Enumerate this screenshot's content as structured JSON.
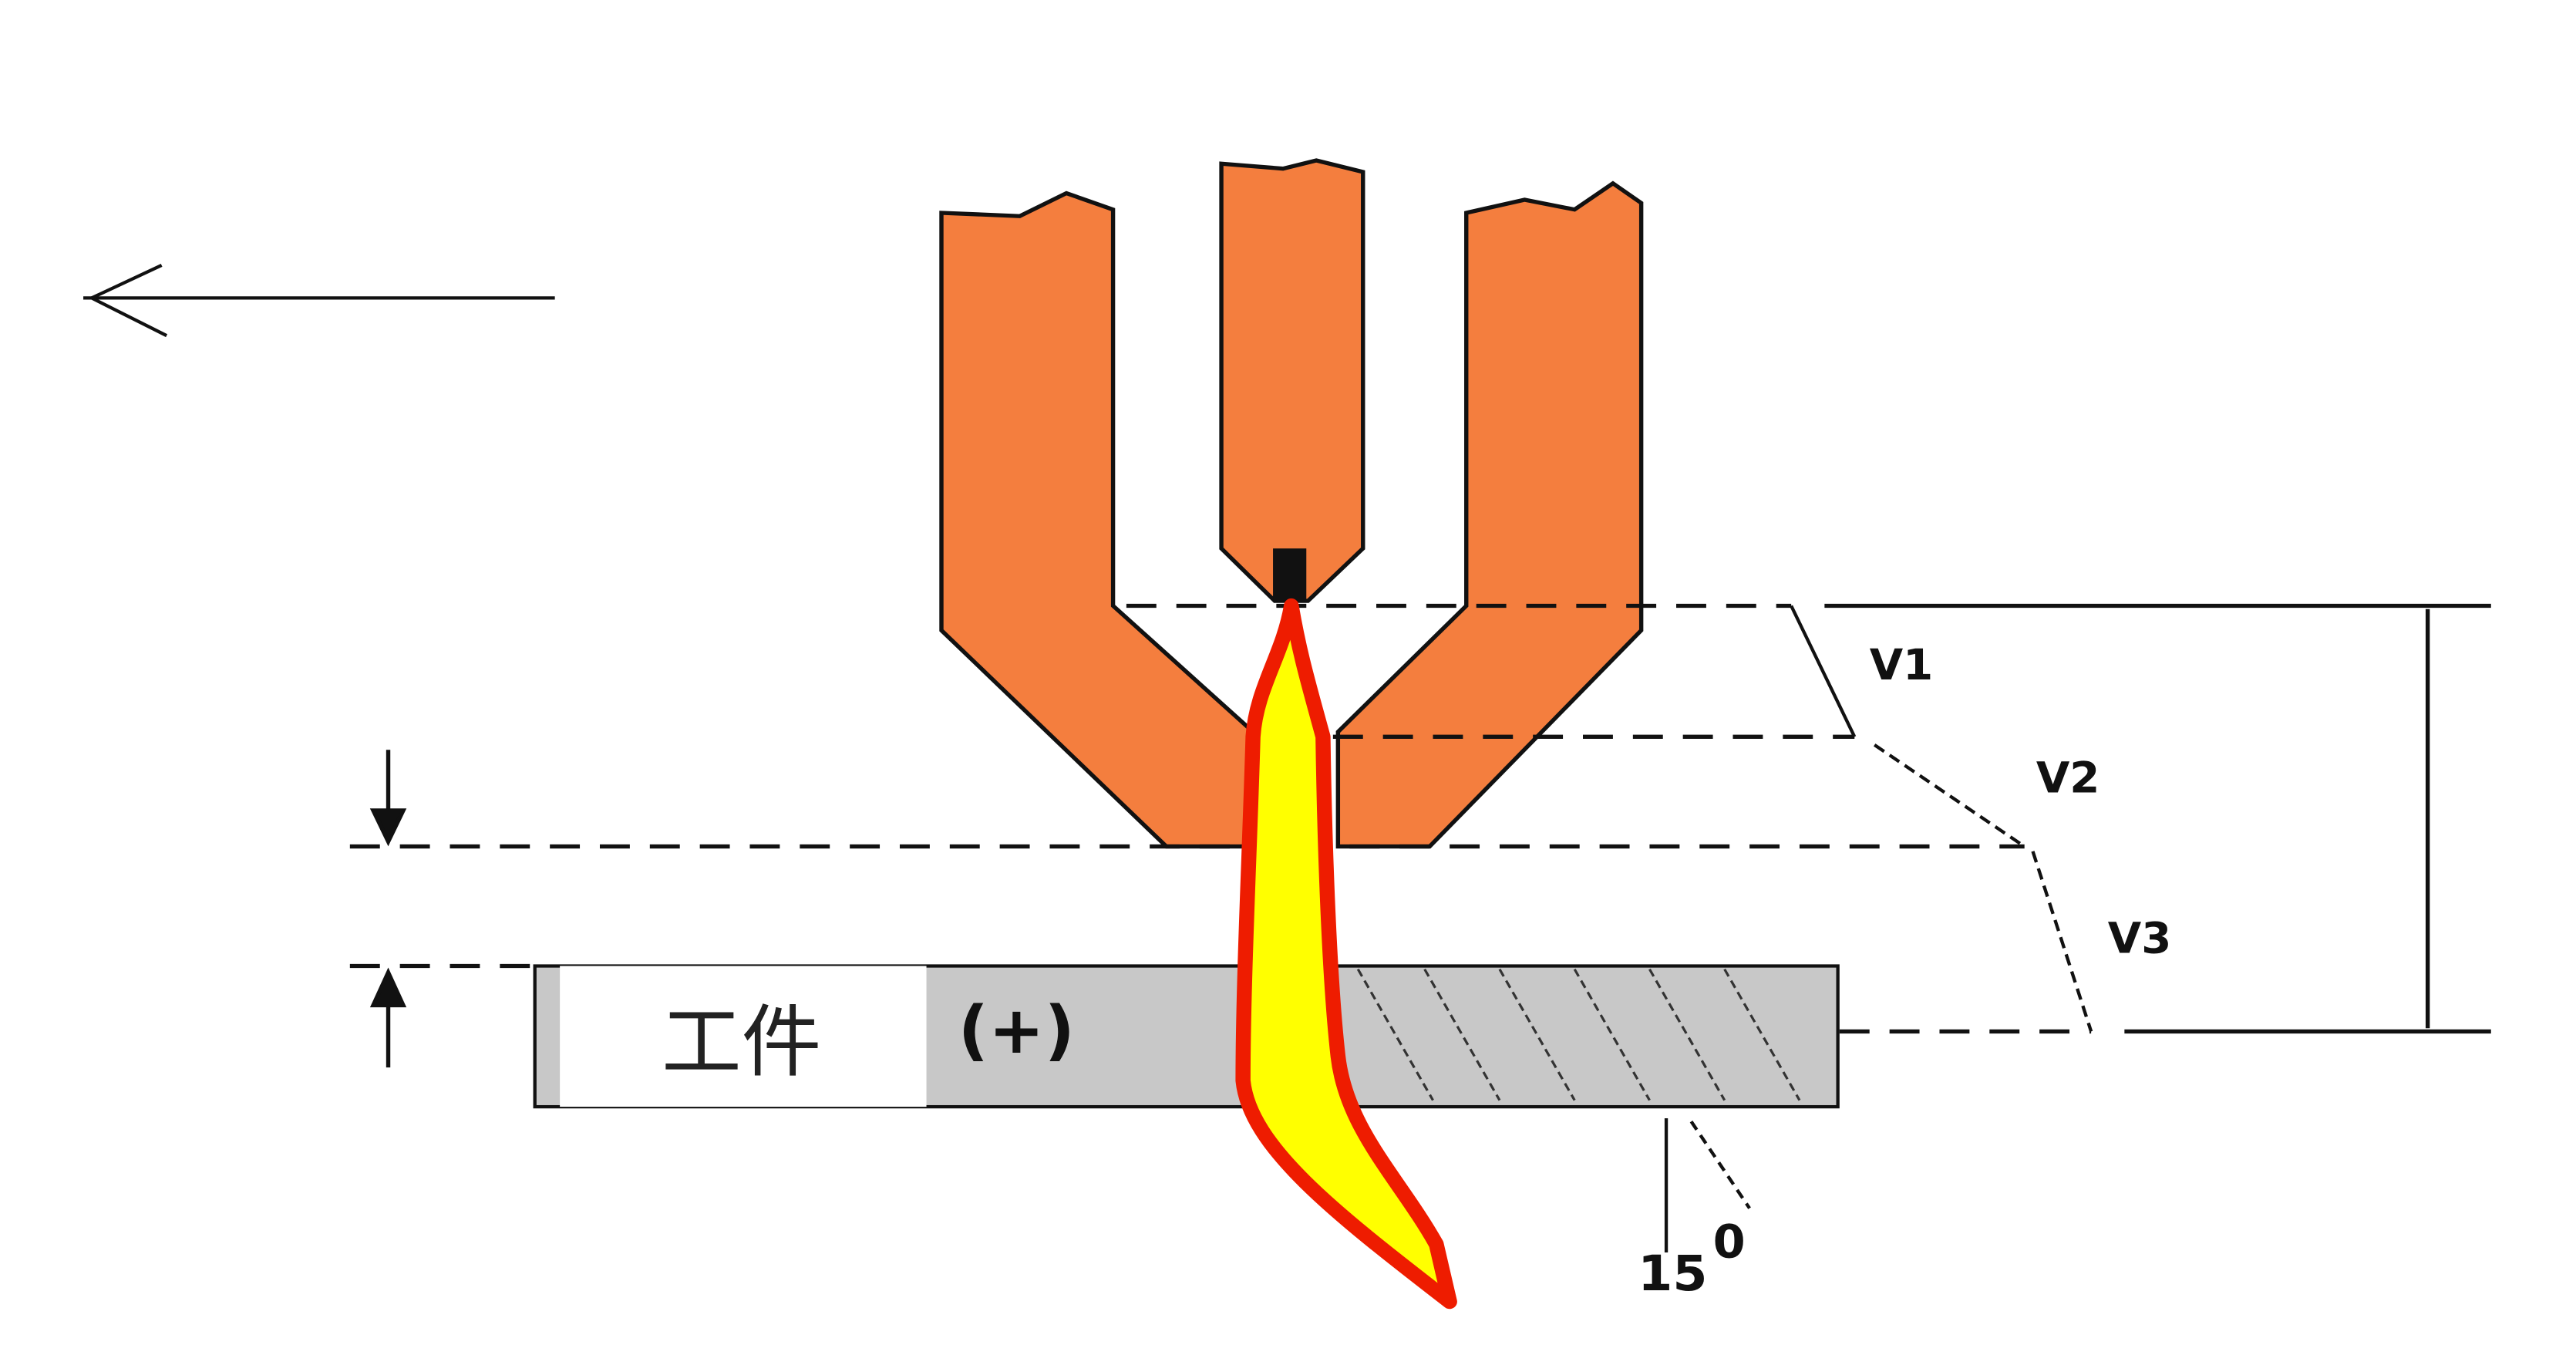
{
  "labels": {
    "workpiece": "工件",
    "polarity": "(+)",
    "zone_v1": "V1",
    "zone_v2": "V2",
    "zone_v3": "V3",
    "angle_value": "15",
    "angle_unit": "0"
  },
  "colors": {
    "nozzle": "#f47e3e",
    "arc_core": "#ffff00",
    "arc_edge": "#ee1c00",
    "workpiece": "#c8c8c8",
    "line": "#111111"
  },
  "icons": {
    "travel_direction": "arrow-left-icon",
    "standoff_down_arrow": "arrow-down-icon",
    "standoff_up_arrow": "arrow-up-icon"
  }
}
